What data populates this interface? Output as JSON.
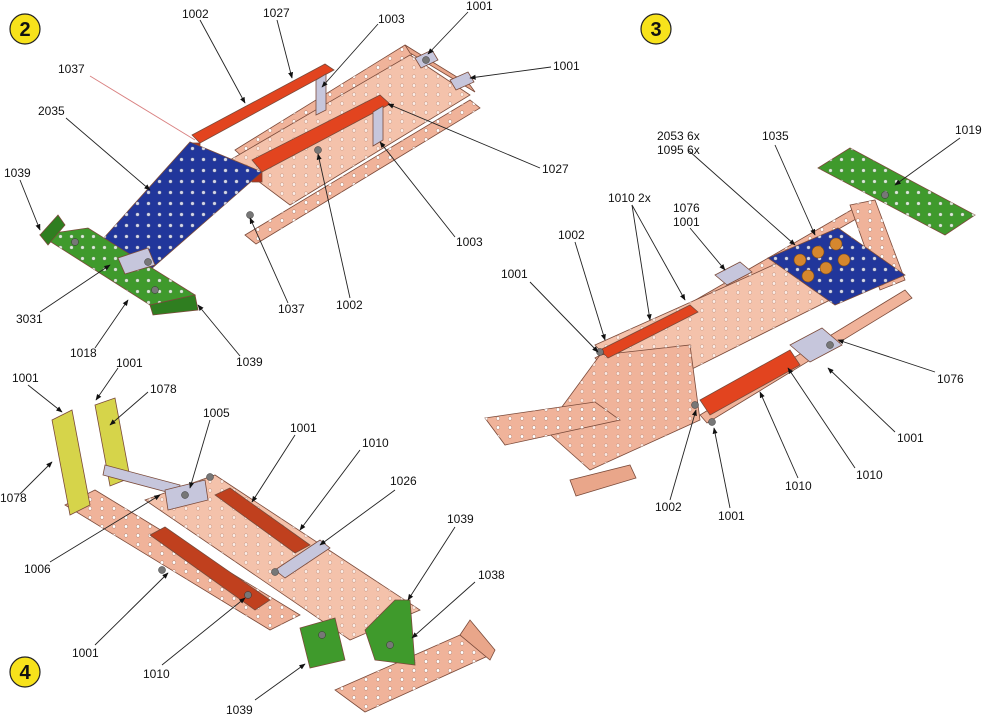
{
  "steps": [
    {
      "number": "2"
    },
    {
      "number": "3"
    },
    {
      "number": "4"
    }
  ],
  "colors": {
    "copper": "#f0b39a",
    "copper_dark": "#c9876e",
    "red": "#e2441f",
    "blue": "#21369b",
    "green": "#3f9a2c",
    "yellow": "#d6d44a",
    "steel": "#c6c6dc",
    "step_badge": "#f7e21b"
  },
  "labels": {
    "s2_1002": "1002",
    "s2_1027a": "1027",
    "s2_1003a": "1003",
    "s2_1001a": "1001",
    "s2_1001b": "1001",
    "s2_1037a": "1037",
    "s2_2035": "2035",
    "s2_1027b": "1027",
    "s2_1039a": "1039",
    "s2_1003b": "1003",
    "s2_3031": "3031",
    "s2_1037b": "1037",
    "s2_1002b": "1002",
    "s2_1018": "1018",
    "s2_1039b": "1039",
    "s3_2053": "2053 6x",
    "s3_1095": "1095 6x",
    "s3_1035": "1035",
    "s3_1019": "1019",
    "s3_1010a": "1010 2x",
    "s3_1076a": "1076",
    "s3_1001a": "1001",
    "s3_1002a": "1002",
    "s3_1001b": "1001",
    "s3_1076b": "1076",
    "s3_1001c": "1001",
    "s3_1010b": "1010",
    "s3_1010c": "1010",
    "s3_1002b": "1002",
    "s3_1001d": "1001",
    "s4_1001a": "1001",
    "s4_1001b": "1001",
    "s4_1078a": "1078",
    "s4_1005": "1005",
    "s4_1001c": "1001",
    "s4_1010a": "1010",
    "s4_1078b": "1078",
    "s4_1026": "1026",
    "s4_1006": "1006",
    "s4_1039a": "1039",
    "s4_1038": "1038",
    "s4_1001d": "1001",
    "s4_1010b": "1010",
    "s4_1039b": "1039"
  }
}
